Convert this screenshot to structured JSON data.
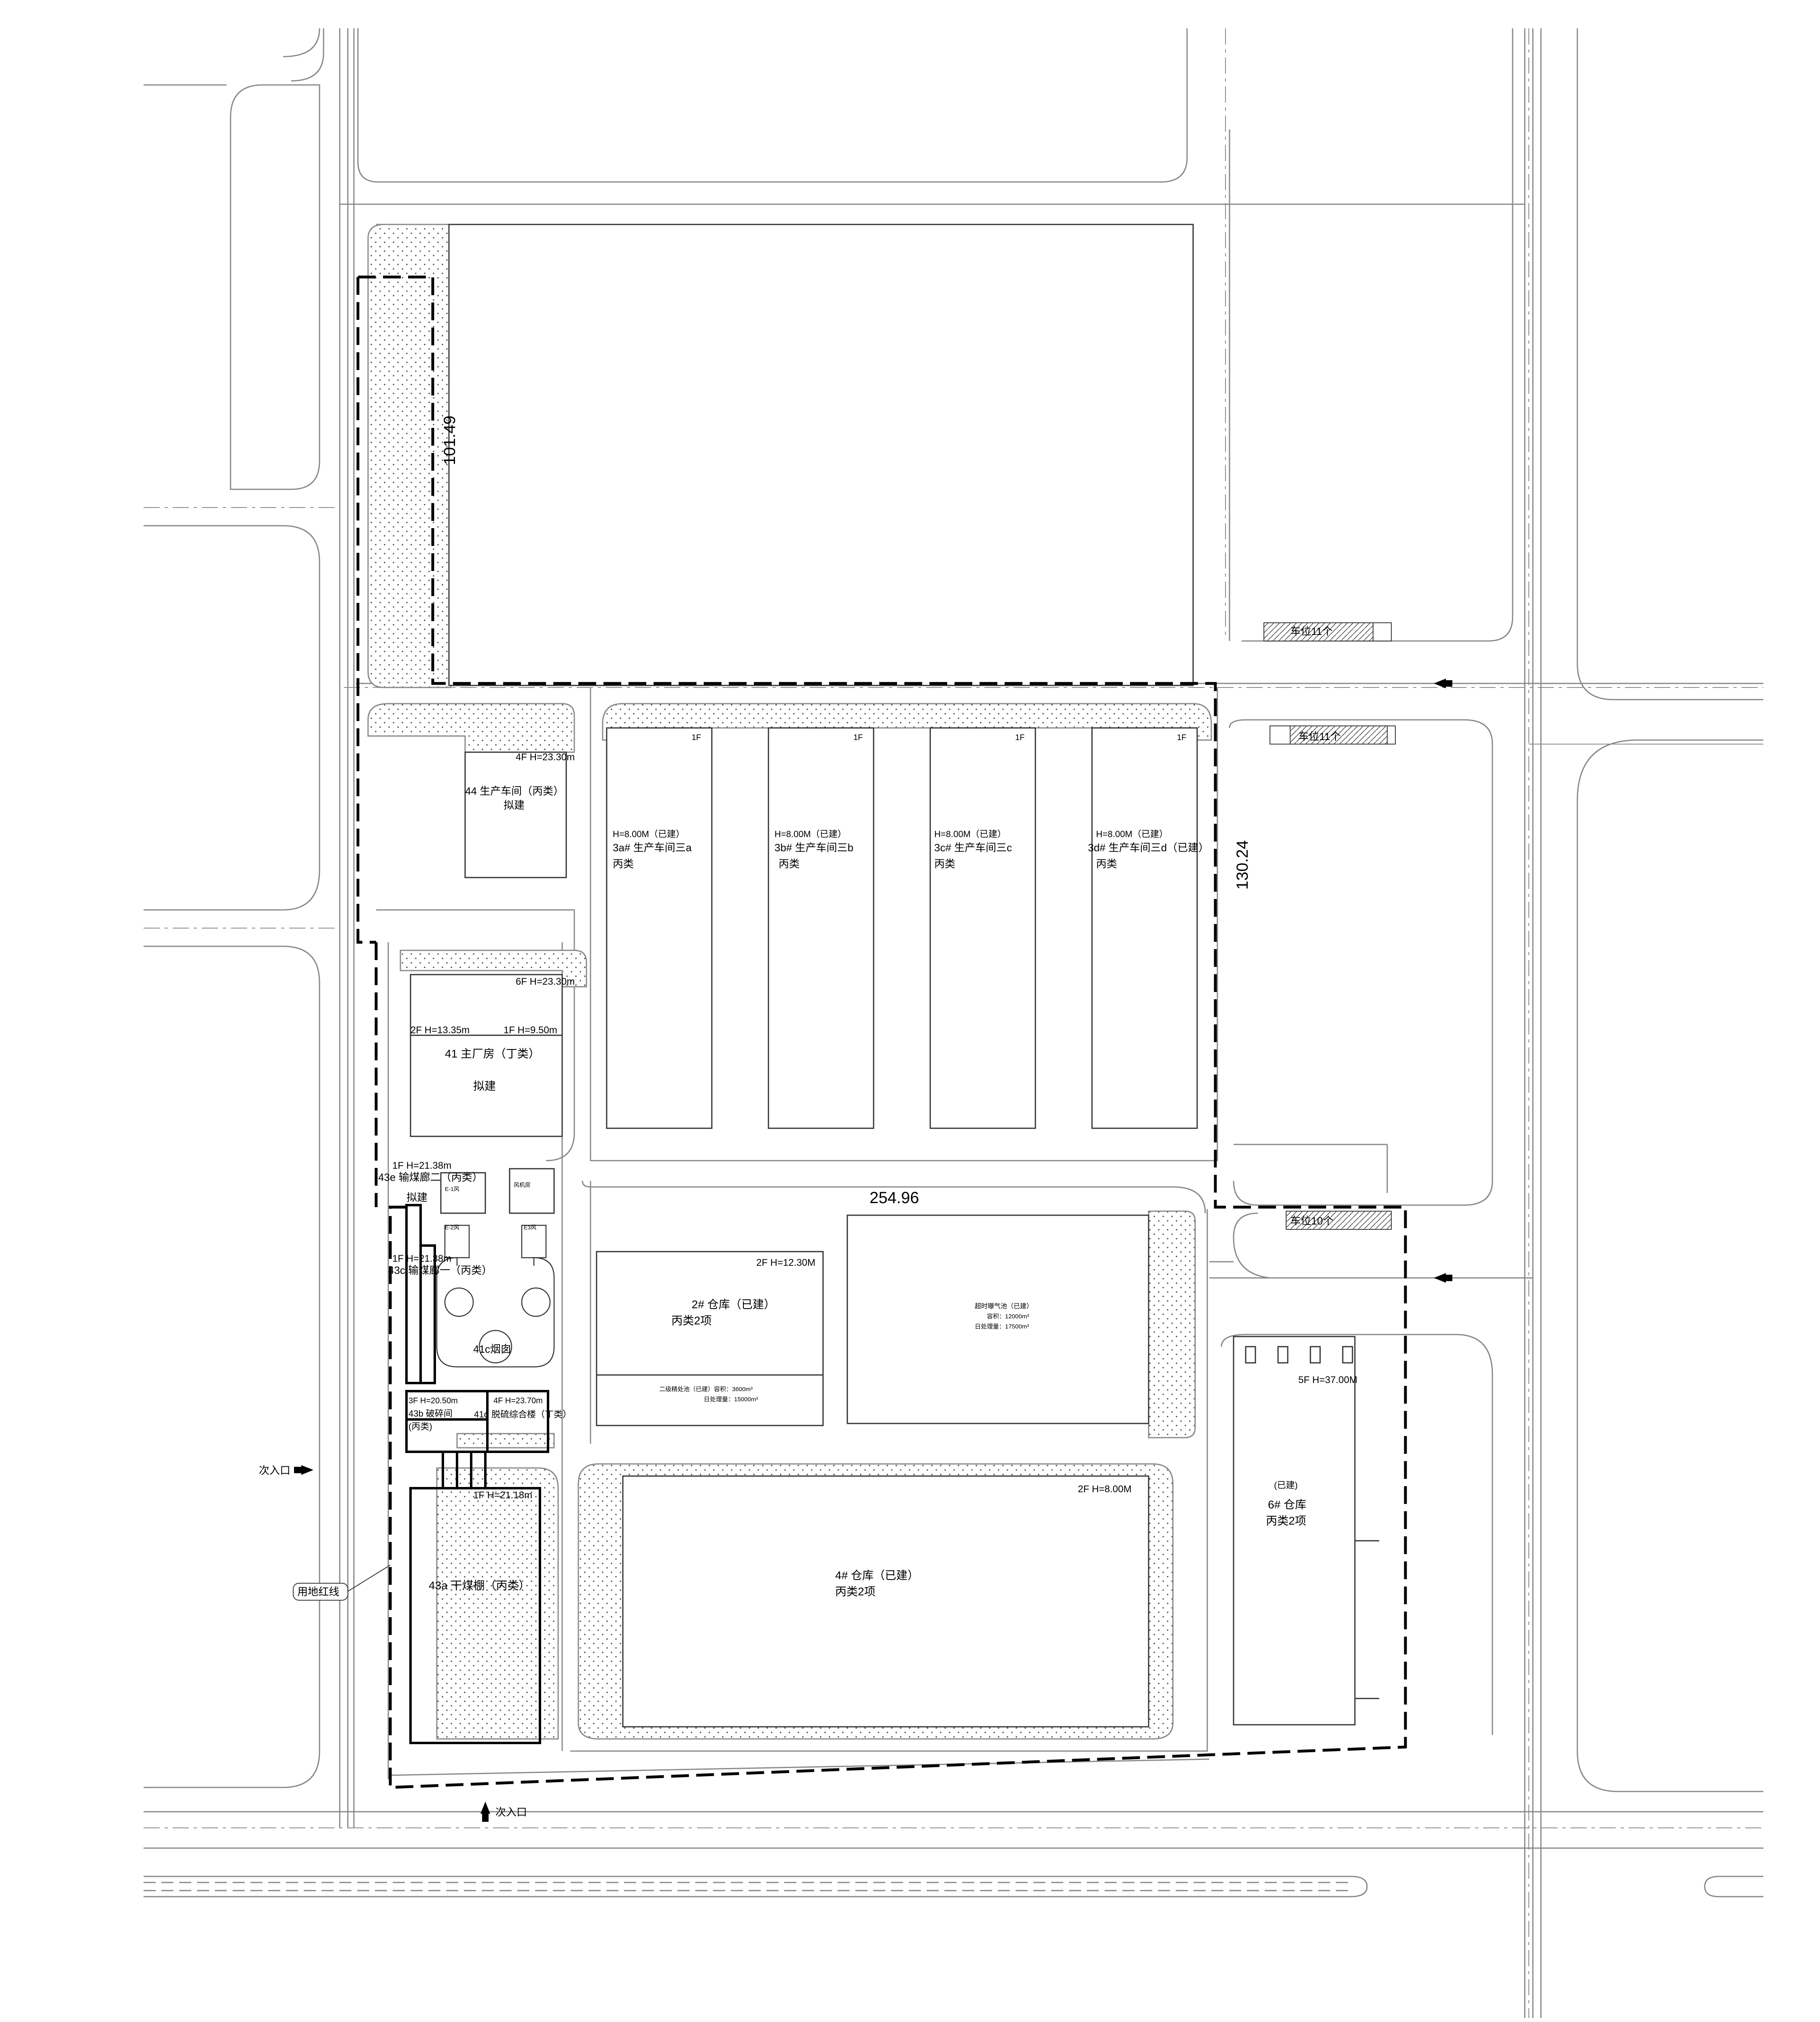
{
  "plan": {
    "dimensions": {
      "d_top": "254.96",
      "d_right": "130.24",
      "d_left": "101.49"
    },
    "buildings": {
      "b44": {
        "floors": "4F H=23.30m",
        "name": "44 生产车间（丙类）",
        "status": "拟建"
      },
      "b3a": {
        "floors": "1F",
        "height": "H=8.00M（已建）",
        "name": "3a# 生产车间三a",
        "cls": "丙类"
      },
      "b3b": {
        "floors": "1F",
        "height": "H=8.00M（已建）",
        "name": "3b# 生产车间三b",
        "cls": "丙类"
      },
      "b3c": {
        "floors": "1F",
        "height": "H=8.00M（已建）",
        "name": "3c# 生产车间三c",
        "cls": "丙类"
      },
      "b3d": {
        "floors": "1F",
        "height": "H=8.00M（已建）",
        "name": "3d# 生产车间三d（已建）",
        "cls": "丙类"
      },
      "b41": {
        "f6": "6F H=23.30m",
        "f2": "2F H=13.35m",
        "f1": "1F H=9.50m",
        "name": "41 主厂房（丁类）",
        "status": "拟建"
      },
      "b43e": {
        "floors": "1F H=21.38m",
        "name": "43e 输煤廊二（丙类）",
        "status": "拟建"
      },
      "b43c": {
        "floors": "1F H=21.38m",
        "name": "43c 输煤廊一（丙类）"
      },
      "b41c": {
        "name": "41c烟囱"
      },
      "b43b": {
        "floors": "3F H=20.50m",
        "name": "43b 破碎间",
        "cls": "(丙类)"
      },
      "b41d": {
        "floors": "4F H=23.70m",
        "code": "41d",
        "name": "脱硫综合楼（丁类）"
      },
      "b43a": {
        "floors": "1F H=21.18m",
        "name": "43a 干煤棚（丙类）"
      },
      "b2": {
        "floors": "2F H=12.30M",
        "name": "2# 仓库（已建）",
        "cls": "丙类2项",
        "note1": "二级精处池（已建）容积：3600m³",
        "note2": "日处理量：15000m³"
      },
      "pool": {
        "title": "超时曝气池（已建）",
        "l1": "容积：12000m³",
        "l2": "日处理量：17500m³"
      },
      "b4": {
        "floors": "2F H=8.00M",
        "name": "4# 仓库（已建）",
        "cls": "丙类2项"
      },
      "b6": {
        "floors": "5F H=37.00M",
        "built": "(已建)",
        "name": "6# 仓库",
        "cls": "丙类2项"
      }
    },
    "parking": {
      "p1": "车位11个",
      "p2": "车位11个",
      "p3": "车位10个"
    },
    "labels": {
      "entrance_left": "次入口",
      "entrance_bottom": "次入口",
      "red_line": "用地红线",
      "tiny1": "E-1风",
      "tiny2": "风机房",
      "tiny3": "E-2风",
      "tiny4": "E3风"
    }
  }
}
